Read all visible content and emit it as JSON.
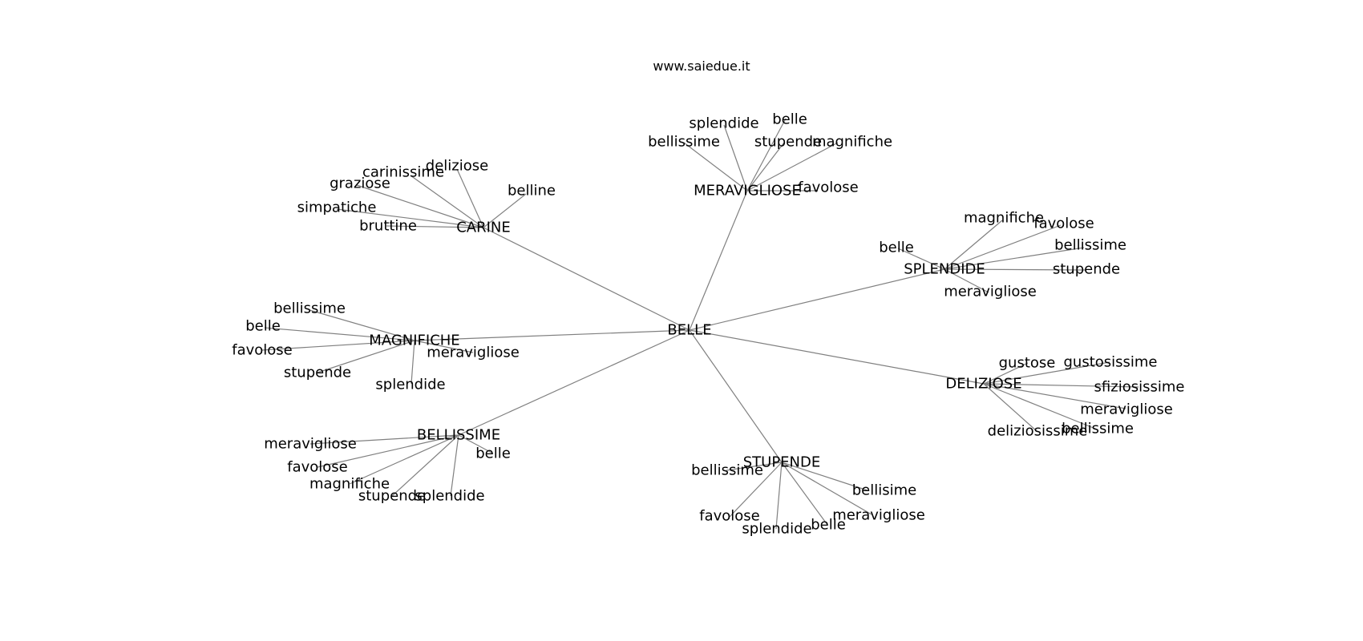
{
  "header": {
    "site": "www.saiedue.it"
  },
  "colors": {
    "edge": "#808080",
    "text": "#000000",
    "background": "#ffffff"
  },
  "graph": {
    "root": "BELLE",
    "branches": [
      {
        "label": "MERAVIGLIOSE",
        "leaves": [
          "splendide",
          "belle",
          "bellissime",
          "stupende",
          "magnifiche",
          "favolose"
        ]
      },
      {
        "label": "CARINE",
        "leaves": [
          "carinissime",
          "deliziose",
          "graziose",
          "belline",
          "simpatiche",
          "bruttine"
        ]
      },
      {
        "label": "SPLENDIDE",
        "leaves": [
          "magnifiche",
          "favolose",
          "belle",
          "bellissime",
          "stupende",
          "meravigliose"
        ]
      },
      {
        "label": "MAGNIFICHE",
        "leaves": [
          "bellissime",
          "belle",
          "favolose",
          "meravigliose",
          "stupende",
          "splendide"
        ]
      },
      {
        "label": "DELIZIOSE",
        "leaves": [
          "gustose",
          "gustosissime",
          "sfiziosissime",
          "meravigliose",
          "deliziosissime",
          "bellissime"
        ]
      },
      {
        "label": "BELLISSIME",
        "leaves": [
          "meravigliose",
          "belle",
          "favolose",
          "magnifiche",
          "stupende",
          "splendide"
        ]
      },
      {
        "label": "STUPENDE",
        "leaves": [
          "bellissime",
          "bellisime",
          "meravigliose",
          "favolose",
          "splendide",
          "belle"
        ]
      }
    ]
  }
}
